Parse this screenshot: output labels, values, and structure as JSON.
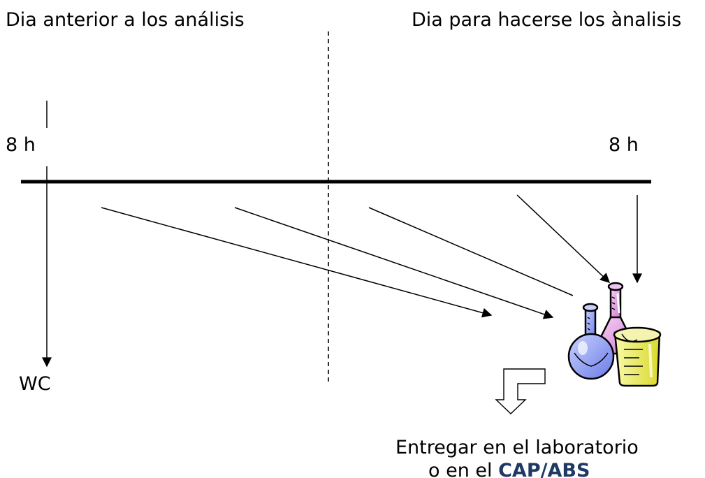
{
  "headings": {
    "left": "Dia anterior a los análisis",
    "right": "Dia para hacerse los ànalisis"
  },
  "times": {
    "start": "8 h",
    "end": "8 h"
  },
  "toilet_label": "WC",
  "delivery": {
    "line1": "Entregar en el laboratorio",
    "line2_prefix": "o en el ",
    "line2_emphasis": "CAP/ABS"
  },
  "icons": {
    "lab_flasks": "laboratory-flasks-icon",
    "delivery_arrow": "turn-down-arrow-icon"
  },
  "colors": {
    "line": "#000000",
    "emphasis": "#1f3864",
    "flask_round": "#8f9ff0",
    "flask_tall": "#e9a6e9",
    "beaker": "#f2f25a"
  }
}
